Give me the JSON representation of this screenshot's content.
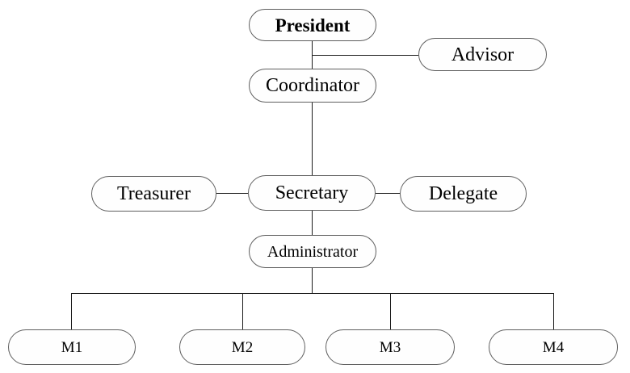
{
  "diagram": {
    "type": "org-chart",
    "colors": {
      "background": "#ffffff",
      "box_fill": "#fefefe",
      "box_border": "#5f5f5f",
      "connector": "#1a1a1a",
      "text": "#000000"
    },
    "nodes": {
      "president": {
        "label": "President"
      },
      "advisor": {
        "label": "Advisor"
      },
      "coordinator": {
        "label": "Coordinator"
      },
      "treasurer": {
        "label": "Treasurer"
      },
      "secretary": {
        "label": "Secretary"
      },
      "delegate": {
        "label": "Delegate"
      },
      "administrator": {
        "label": "Administrator"
      },
      "m1": {
        "label": "M1"
      },
      "m2": {
        "label": "M2"
      },
      "m3": {
        "label": "M3"
      },
      "m4": {
        "label": "M4"
      }
    },
    "edges": [
      {
        "from": "President",
        "to": "Coordinator"
      },
      {
        "from": "President",
        "to": "Advisor"
      },
      {
        "from": "Coordinator",
        "to": "Secretary"
      },
      {
        "from": "Treasurer",
        "to": "Secretary"
      },
      {
        "from": "Secretary",
        "to": "Delegate"
      },
      {
        "from": "Secretary",
        "to": "Administrator"
      },
      {
        "from": "Administrator",
        "to": "M1"
      },
      {
        "from": "Administrator",
        "to": "M2"
      },
      {
        "from": "Administrator",
        "to": "M3"
      },
      {
        "from": "Administrator",
        "to": "M4"
      }
    ]
  }
}
